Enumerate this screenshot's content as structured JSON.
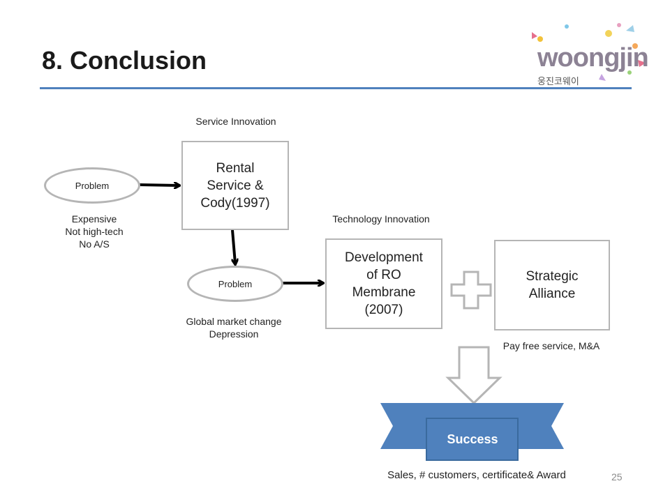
{
  "slide": {
    "title": "8. Conclusion",
    "page_number": "25"
  },
  "logo": {
    "word": "woongjin",
    "subtitle": "웅진코웨이"
  },
  "diagram": {
    "service_innovation_label": "Service Innovation",
    "technology_innovation_label": "Technology Innovation",
    "problem1": {
      "label": "Problem",
      "details": [
        "Expensive",
        "Not high-tech",
        "No A/S"
      ]
    },
    "rental_box": [
      "Rental",
      "Service &",
      "Cody(1997)"
    ],
    "problem2": {
      "label": "Problem",
      "details": [
        "Global market change",
        "Depression"
      ]
    },
    "development_box": [
      "Development",
      "of RO",
      "Membrane",
      "(2007)"
    ],
    "strategic_box": [
      "Strategic",
      "Alliance"
    ],
    "strategic_caption": "Pay free service, M&A",
    "success_label": "Success",
    "success_caption": "Sales, # customers, certificate& Award"
  },
  "colors": {
    "title_rule": "#4f81bd",
    "success_ribbon": "#4f81bd",
    "success_ribbon_dark": "#3a6a9e",
    "box_border": "#b5b5b5"
  }
}
